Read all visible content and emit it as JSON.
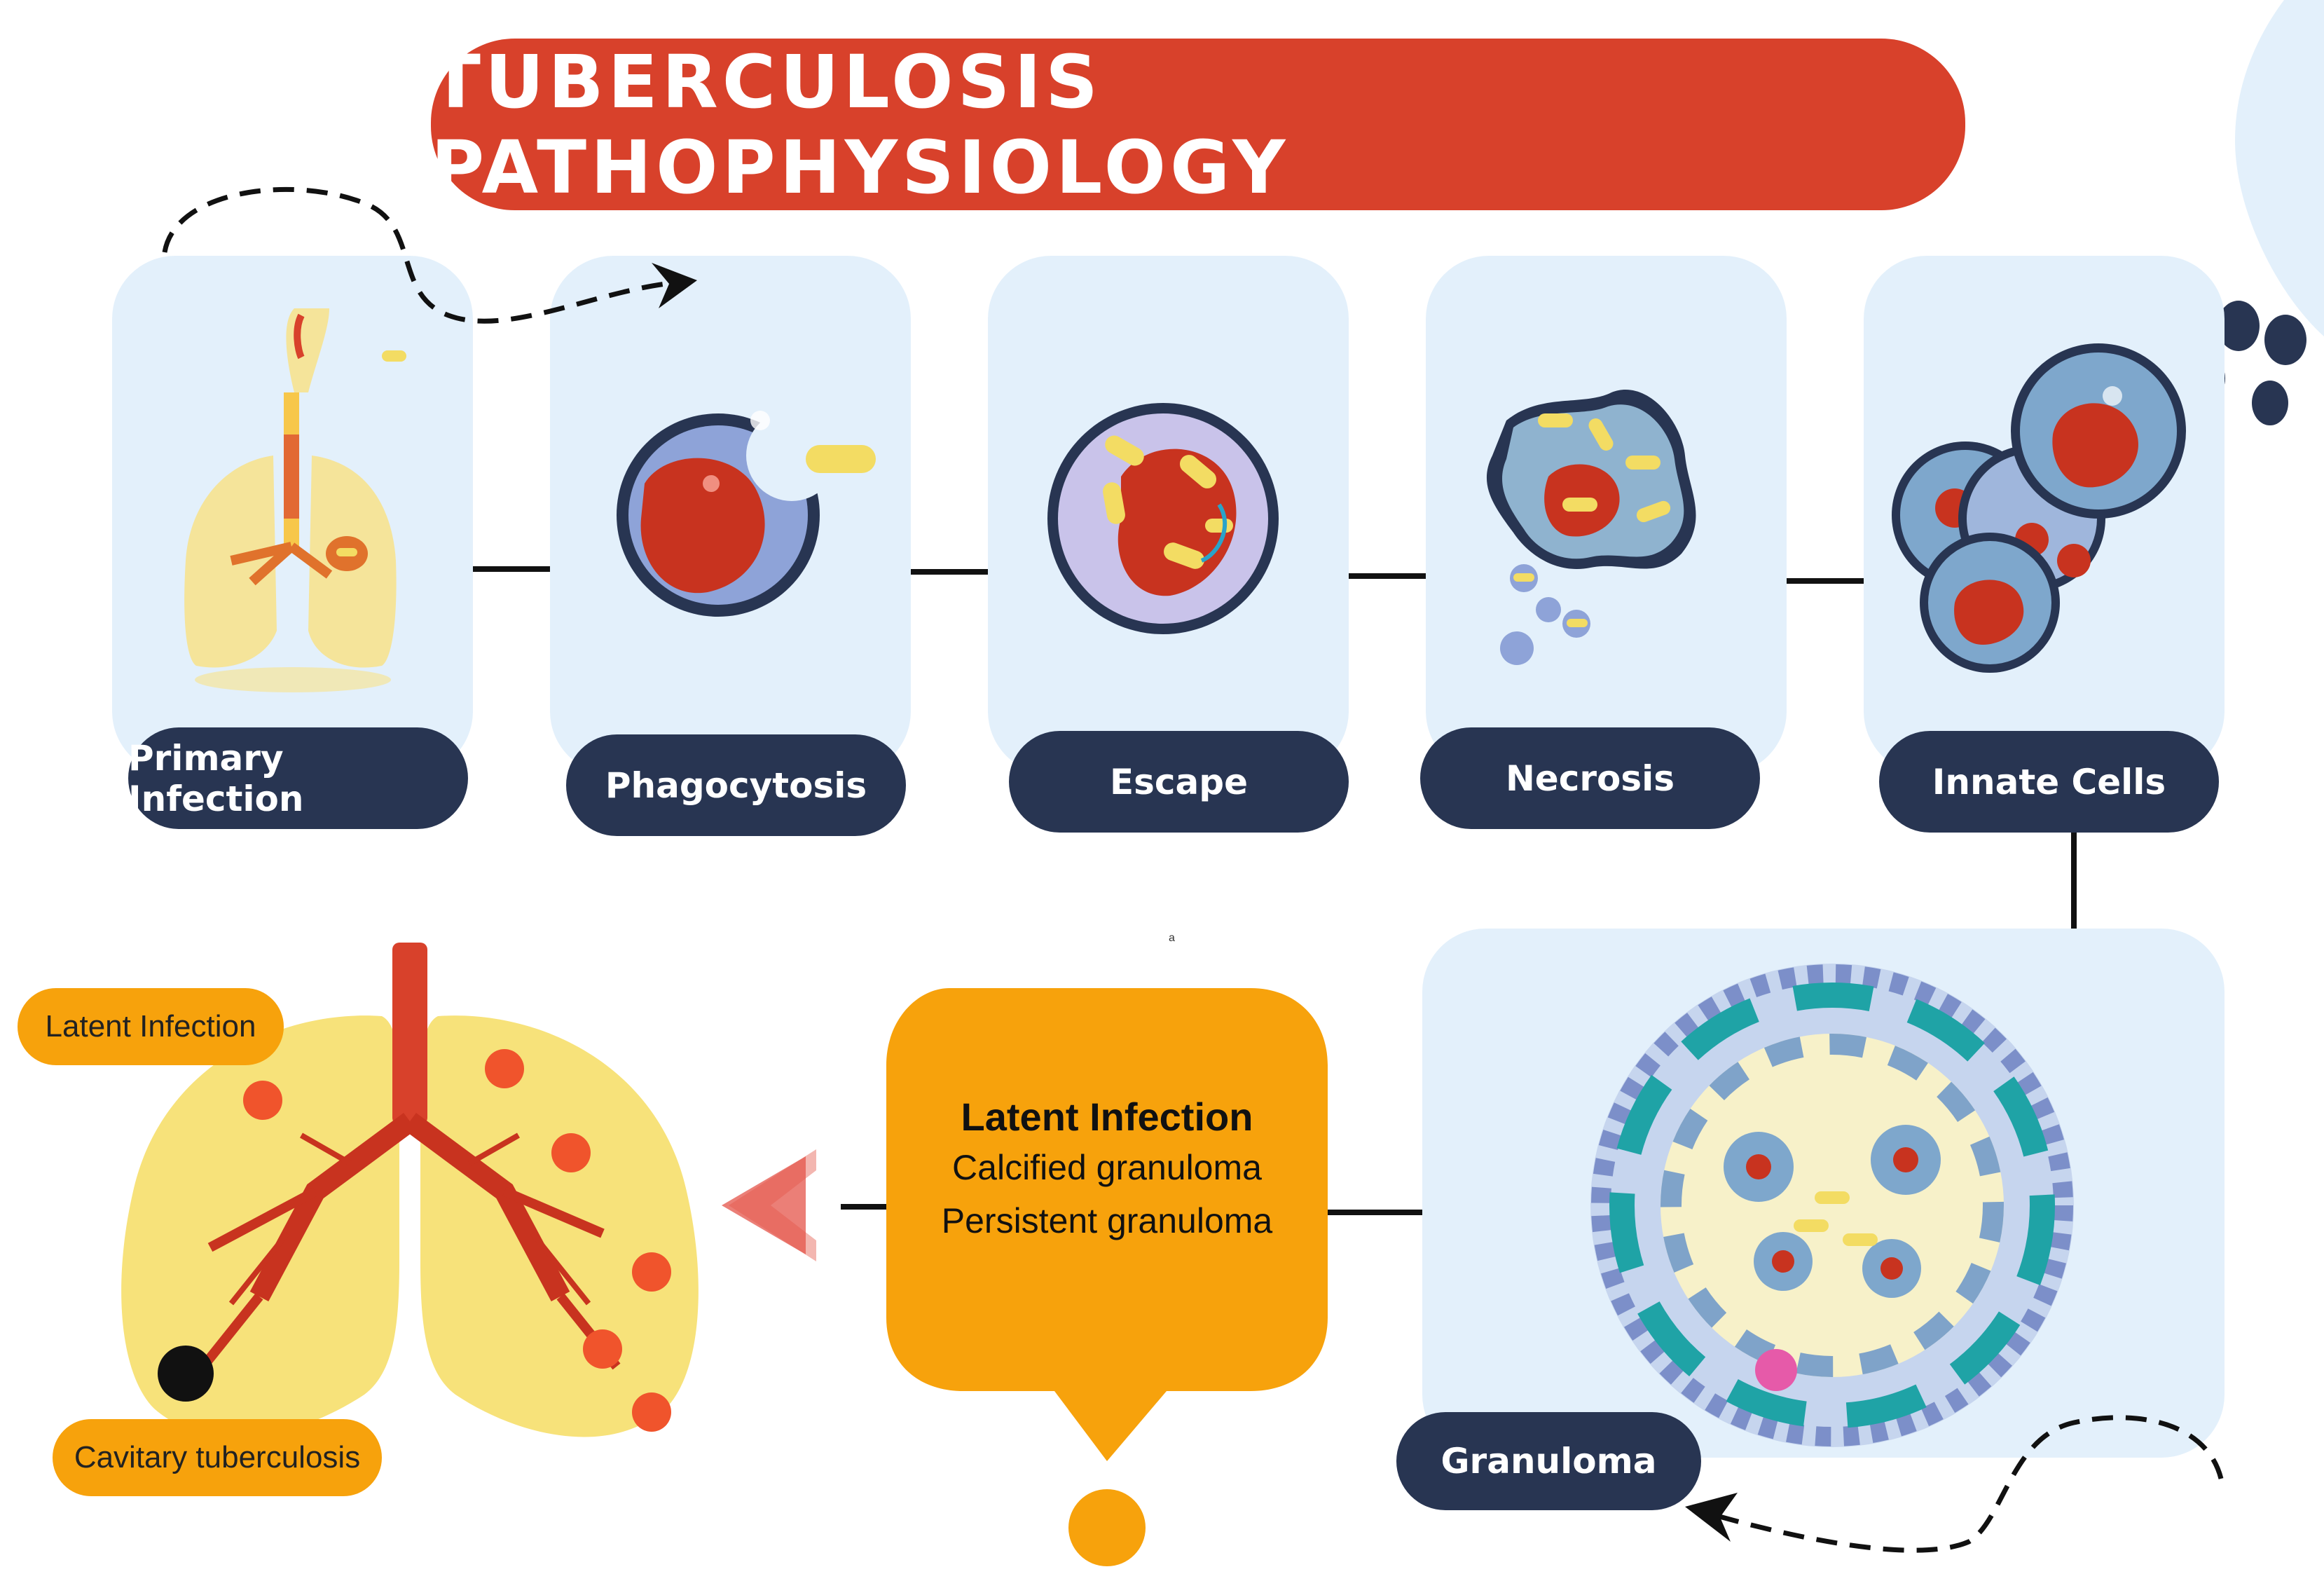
{
  "title": "TUBERCULOSIS PATHOPHYSIOLOGY",
  "stages": [
    {
      "label": "Primary Infection"
    },
    {
      "label": "Phagocytosis"
    },
    {
      "label": "Escape"
    },
    {
      "label": "Necrosis"
    },
    {
      "label": "Innate Cells"
    },
    {
      "label": "Granuloma"
    }
  ],
  "latent_box": {
    "title": "Latent Infection",
    "lines": [
      "Calcified granuloma",
      "Persistent granuloma"
    ]
  },
  "lung_labels": {
    "latent": "Latent Infection",
    "cavitary": "Cavitary tuberculosis"
  },
  "stray_mark": "a",
  "colors": {
    "title_red": "#d8412b",
    "card_blue": "#e3f0fb",
    "label_navy": "#283552",
    "accent_orange": "#f7a20c",
    "cell_red": "#c8331f",
    "bacillus_yellow": "#f3dc63"
  },
  "icons": [
    "lungs-icon",
    "macrophage-icon",
    "bacillus-icon",
    "granuloma-icon"
  ]
}
